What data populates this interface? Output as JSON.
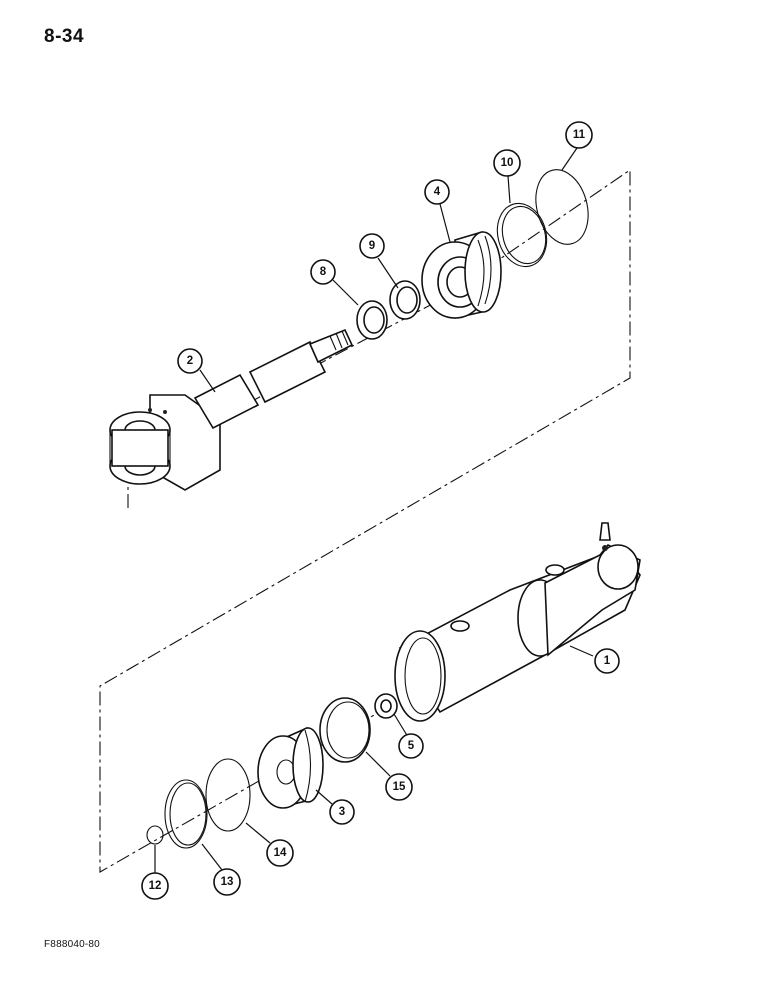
{
  "header": {
    "page_number": "8-34"
  },
  "footer": {
    "figure_code": "F888040-80"
  },
  "callouts": [
    {
      "id": "1",
      "label": "1"
    },
    {
      "id": "2",
      "label": "2"
    },
    {
      "id": "3",
      "label": "3"
    },
    {
      "id": "4",
      "label": "4"
    },
    {
      "id": "5",
      "label": "5"
    },
    {
      "id": "8",
      "label": "8"
    },
    {
      "id": "9",
      "label": "9"
    },
    {
      "id": "10",
      "label": "10"
    },
    {
      "id": "11",
      "label": "11"
    },
    {
      "id": "12",
      "label": "12"
    },
    {
      "id": "13",
      "label": "13"
    },
    {
      "id": "14",
      "label": "14"
    },
    {
      "id": "15",
      "label": "15"
    }
  ]
}
